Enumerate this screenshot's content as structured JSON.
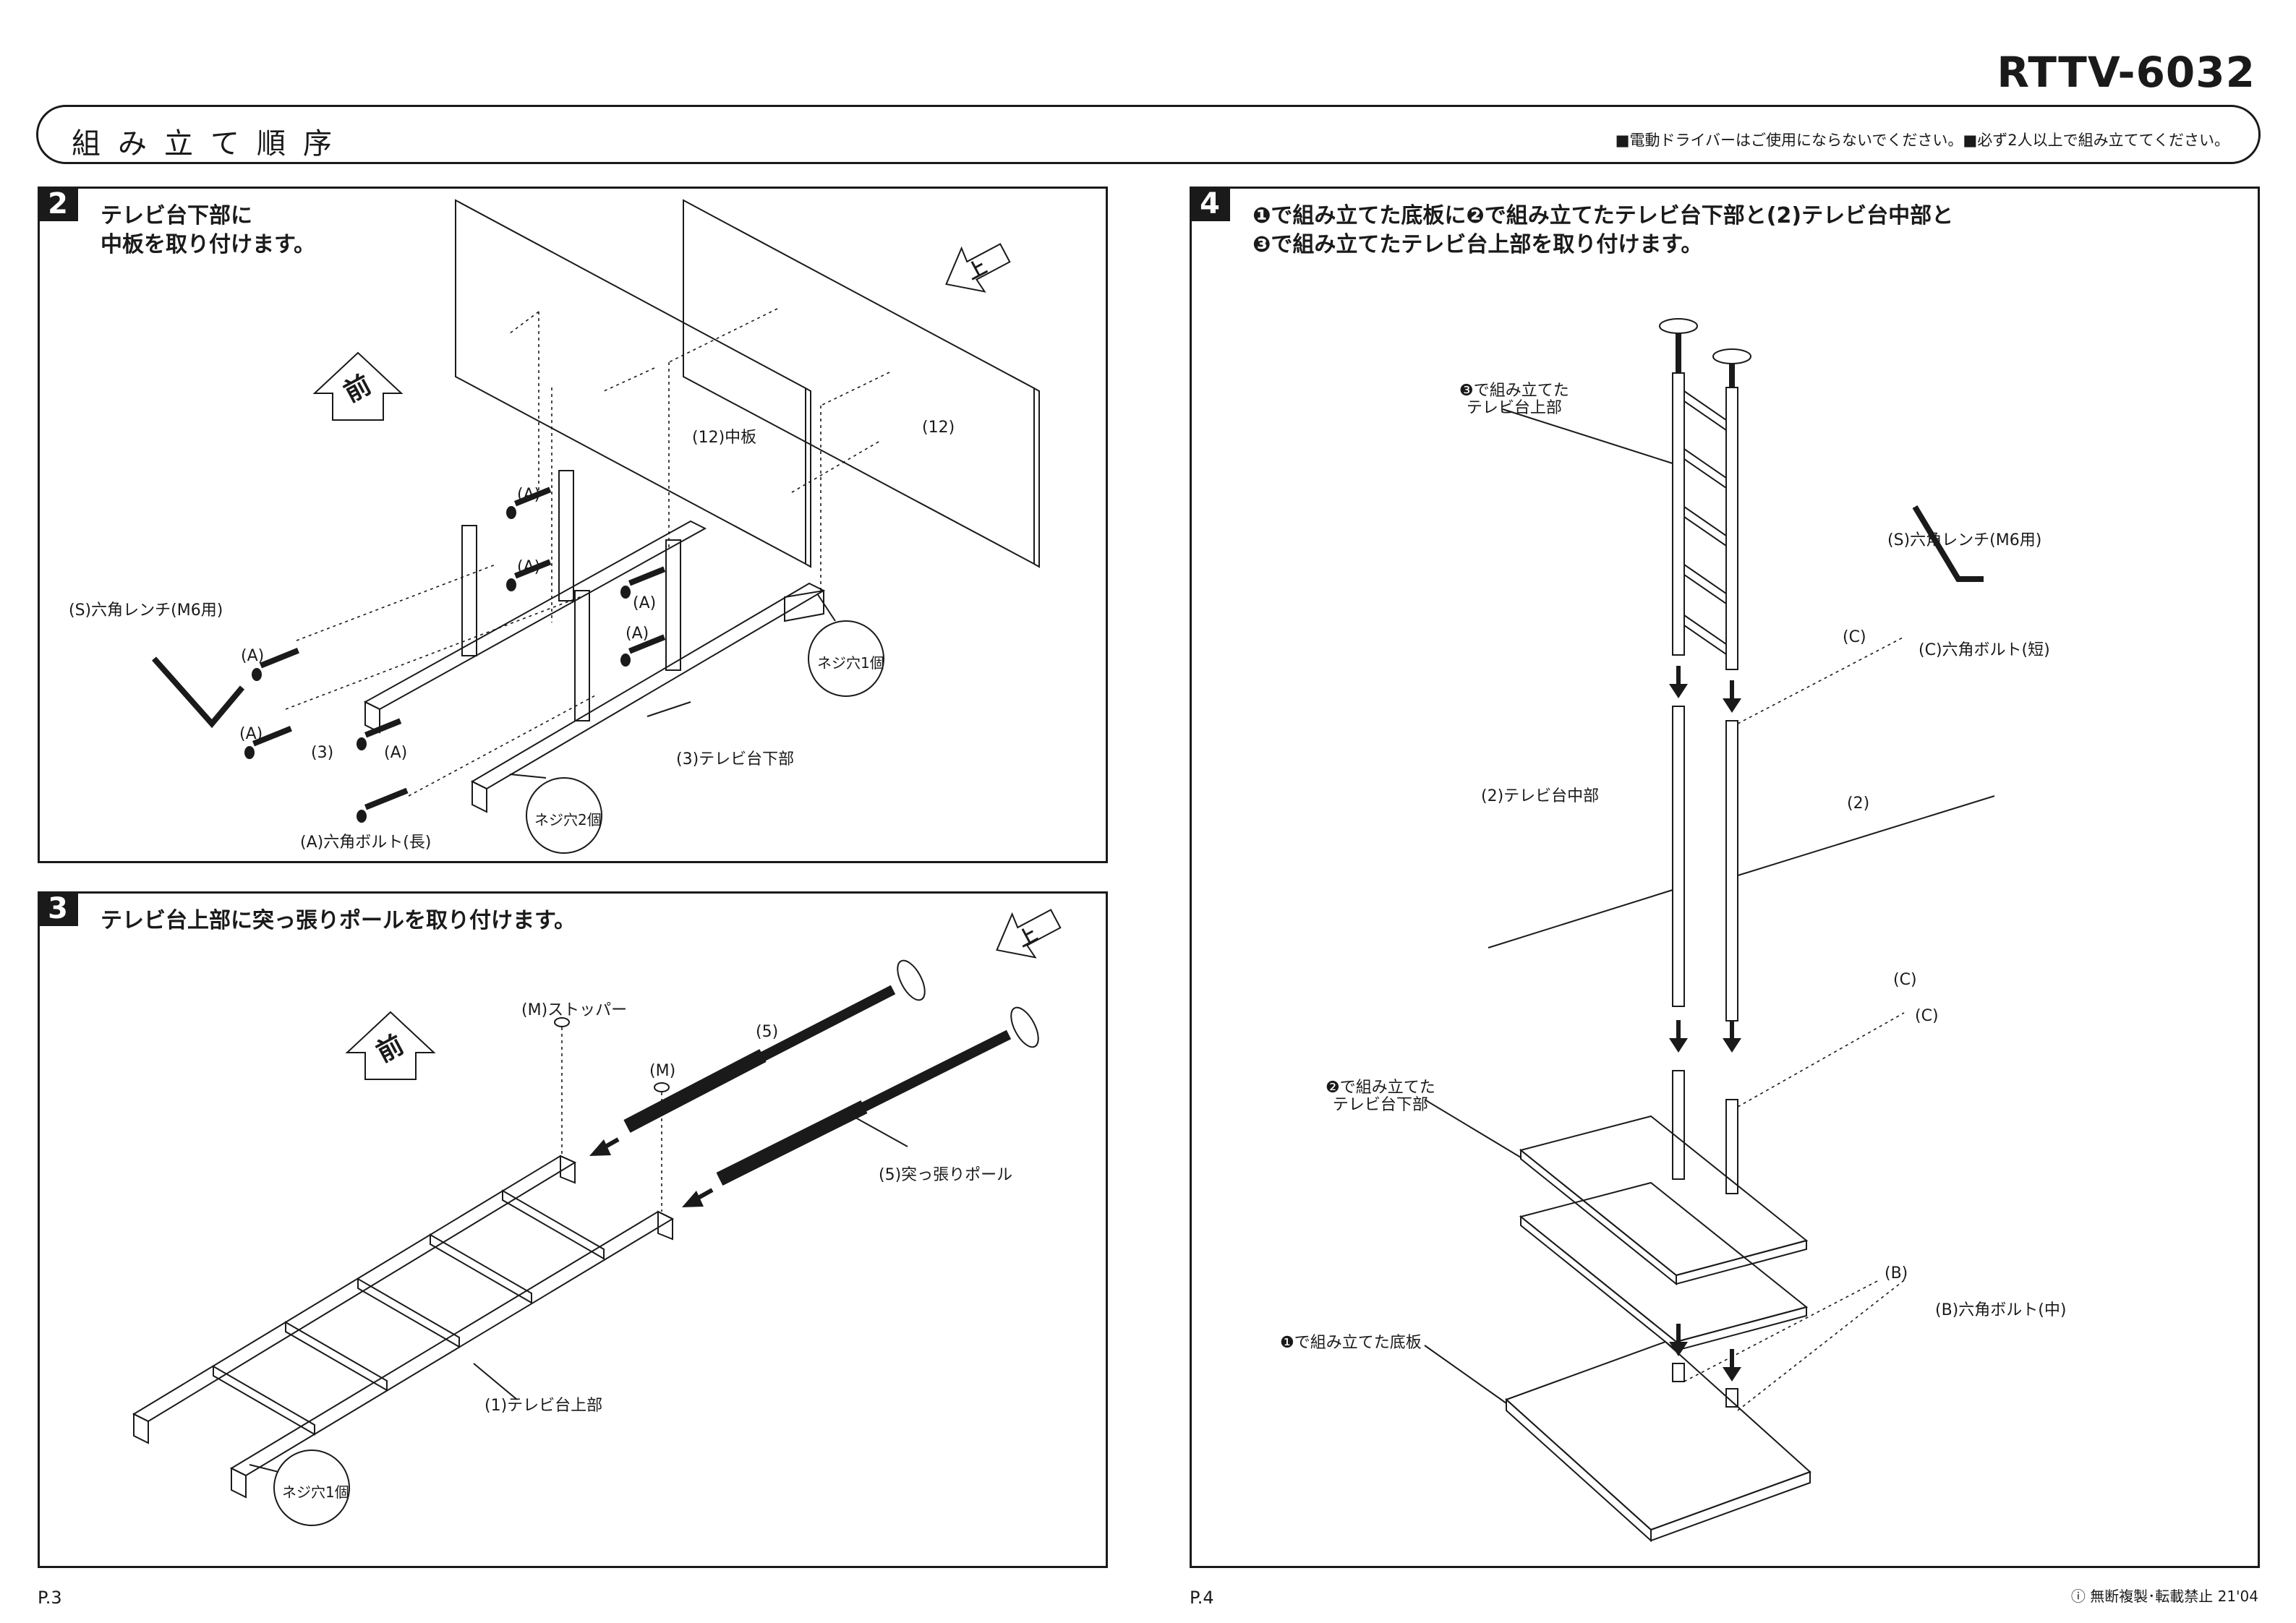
{
  "model": "RTTV-6032",
  "header": {
    "title": "組み立て順序",
    "note": "■電動ドライバーはご使用にならないでください。■必ず2人以上で組み立ててください。"
  },
  "step2": {
    "number": "2",
    "title_line1": "テレビ台下部に",
    "title_line2": "中板を取り付けます。",
    "front_label": "前",
    "up_label": "上",
    "labels": {
      "middle_board": "(12)中板",
      "board2": "(12)",
      "wrench": "(S)六角レンチ(M6用)",
      "a1": "(A)",
      "a2": "(A)",
      "a3": "(A)",
      "a4": "(A)",
      "a5": "(A)",
      "a6": "(A)",
      "a7": "(A)",
      "part3": "(3)",
      "lower_part": "(3)テレビ台下部",
      "bolt_long": "(A)六角ボルト(長)",
      "hole1": "ネジ穴1個",
      "hole2": "ネジ穴2個"
    }
  },
  "step3": {
    "number": "3",
    "title": "テレビ台上部に突っ張りポールを取り付けます。",
    "front_label": "前",
    "up_label": "上",
    "labels": {
      "stopper": "(M)ストッパー",
      "m": "(M)",
      "part5": "(5)",
      "pole": "(5)突っ張りポール",
      "upper_part": "(1)テレビ台上部",
      "hole1": "ネジ穴1個"
    }
  },
  "step4": {
    "number": "4",
    "title_line1": "❶で組み立てた底板に❷で組み立てたテレビ台下部と(2)テレビ台中部と",
    "title_line2": "❸で組み立てたテレビ台上部を取り付けます。",
    "labels": {
      "upper_assembled_1": "❸で組み立てた",
      "upper_assembled_2": "テレビ台上部",
      "wrench": "(S)六角レンチ(M6用)",
      "c1": "(C)",
      "bolt_short": "(C)六角ボルト(短)",
      "middle_part": "(2)テレビ台中部",
      "part2": "(2)",
      "c2": "(C)",
      "c3": "(C)",
      "lower_assembled_1": "❷で組み立てた",
      "lower_assembled_2": "テレビ台下部",
      "b": "(B)",
      "bolt_mid": "(B)六角ボルト(中)",
      "base_assembled": "❶で組み立てた底板"
    }
  },
  "footer": {
    "page_left": "P.3",
    "page_right": "P.4",
    "copyright": "ⓘ 無断複製･転載禁止 21'04"
  }
}
